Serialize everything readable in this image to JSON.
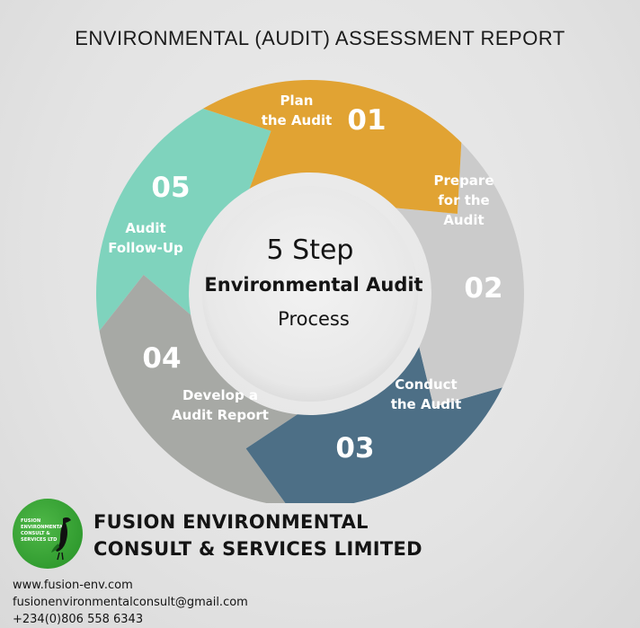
{
  "title": "ENVIRONMENTAL (AUDIT) ASSESSMENT REPORT",
  "center": {
    "line1": "5 Step",
    "line2": "Environmental Audit",
    "line3": "Process"
  },
  "steps": [
    {
      "number": "01",
      "label_lines": [
        "Plan",
        "the Audit"
      ],
      "color": "#e1a333"
    },
    {
      "number": "02",
      "label_lines": [
        "Prepare",
        "for the",
        "Audit"
      ],
      "color": "#cbcbcb"
    },
    {
      "number": "03",
      "label_lines": [
        "Conduct",
        "the Audit"
      ],
      "color": "#4d6f86"
    },
    {
      "number": "04",
      "label_lines": [
        "Develop a",
        "Audit Report"
      ],
      "color": "#a7a9a5"
    },
    {
      "number": "05",
      "label_lines": [
        "Audit",
        "Follow-Up"
      ],
      "color": "#7fd3bd"
    }
  ],
  "logo": {
    "text_lines": [
      "FUSION",
      "ENVIRONMENTAL",
      "CONSULT &",
      "SERVICES LTD"
    ]
  },
  "company": {
    "line1": "FUSION ENVIRONMENTAL",
    "line2": "CONSULT & SERVICES LIMITED"
  },
  "contact": {
    "website": "www.fusion-env.com",
    "email": "fusionenvironmentalconsult@gmail.com",
    "phone": "+234(0)806 558 6343"
  }
}
